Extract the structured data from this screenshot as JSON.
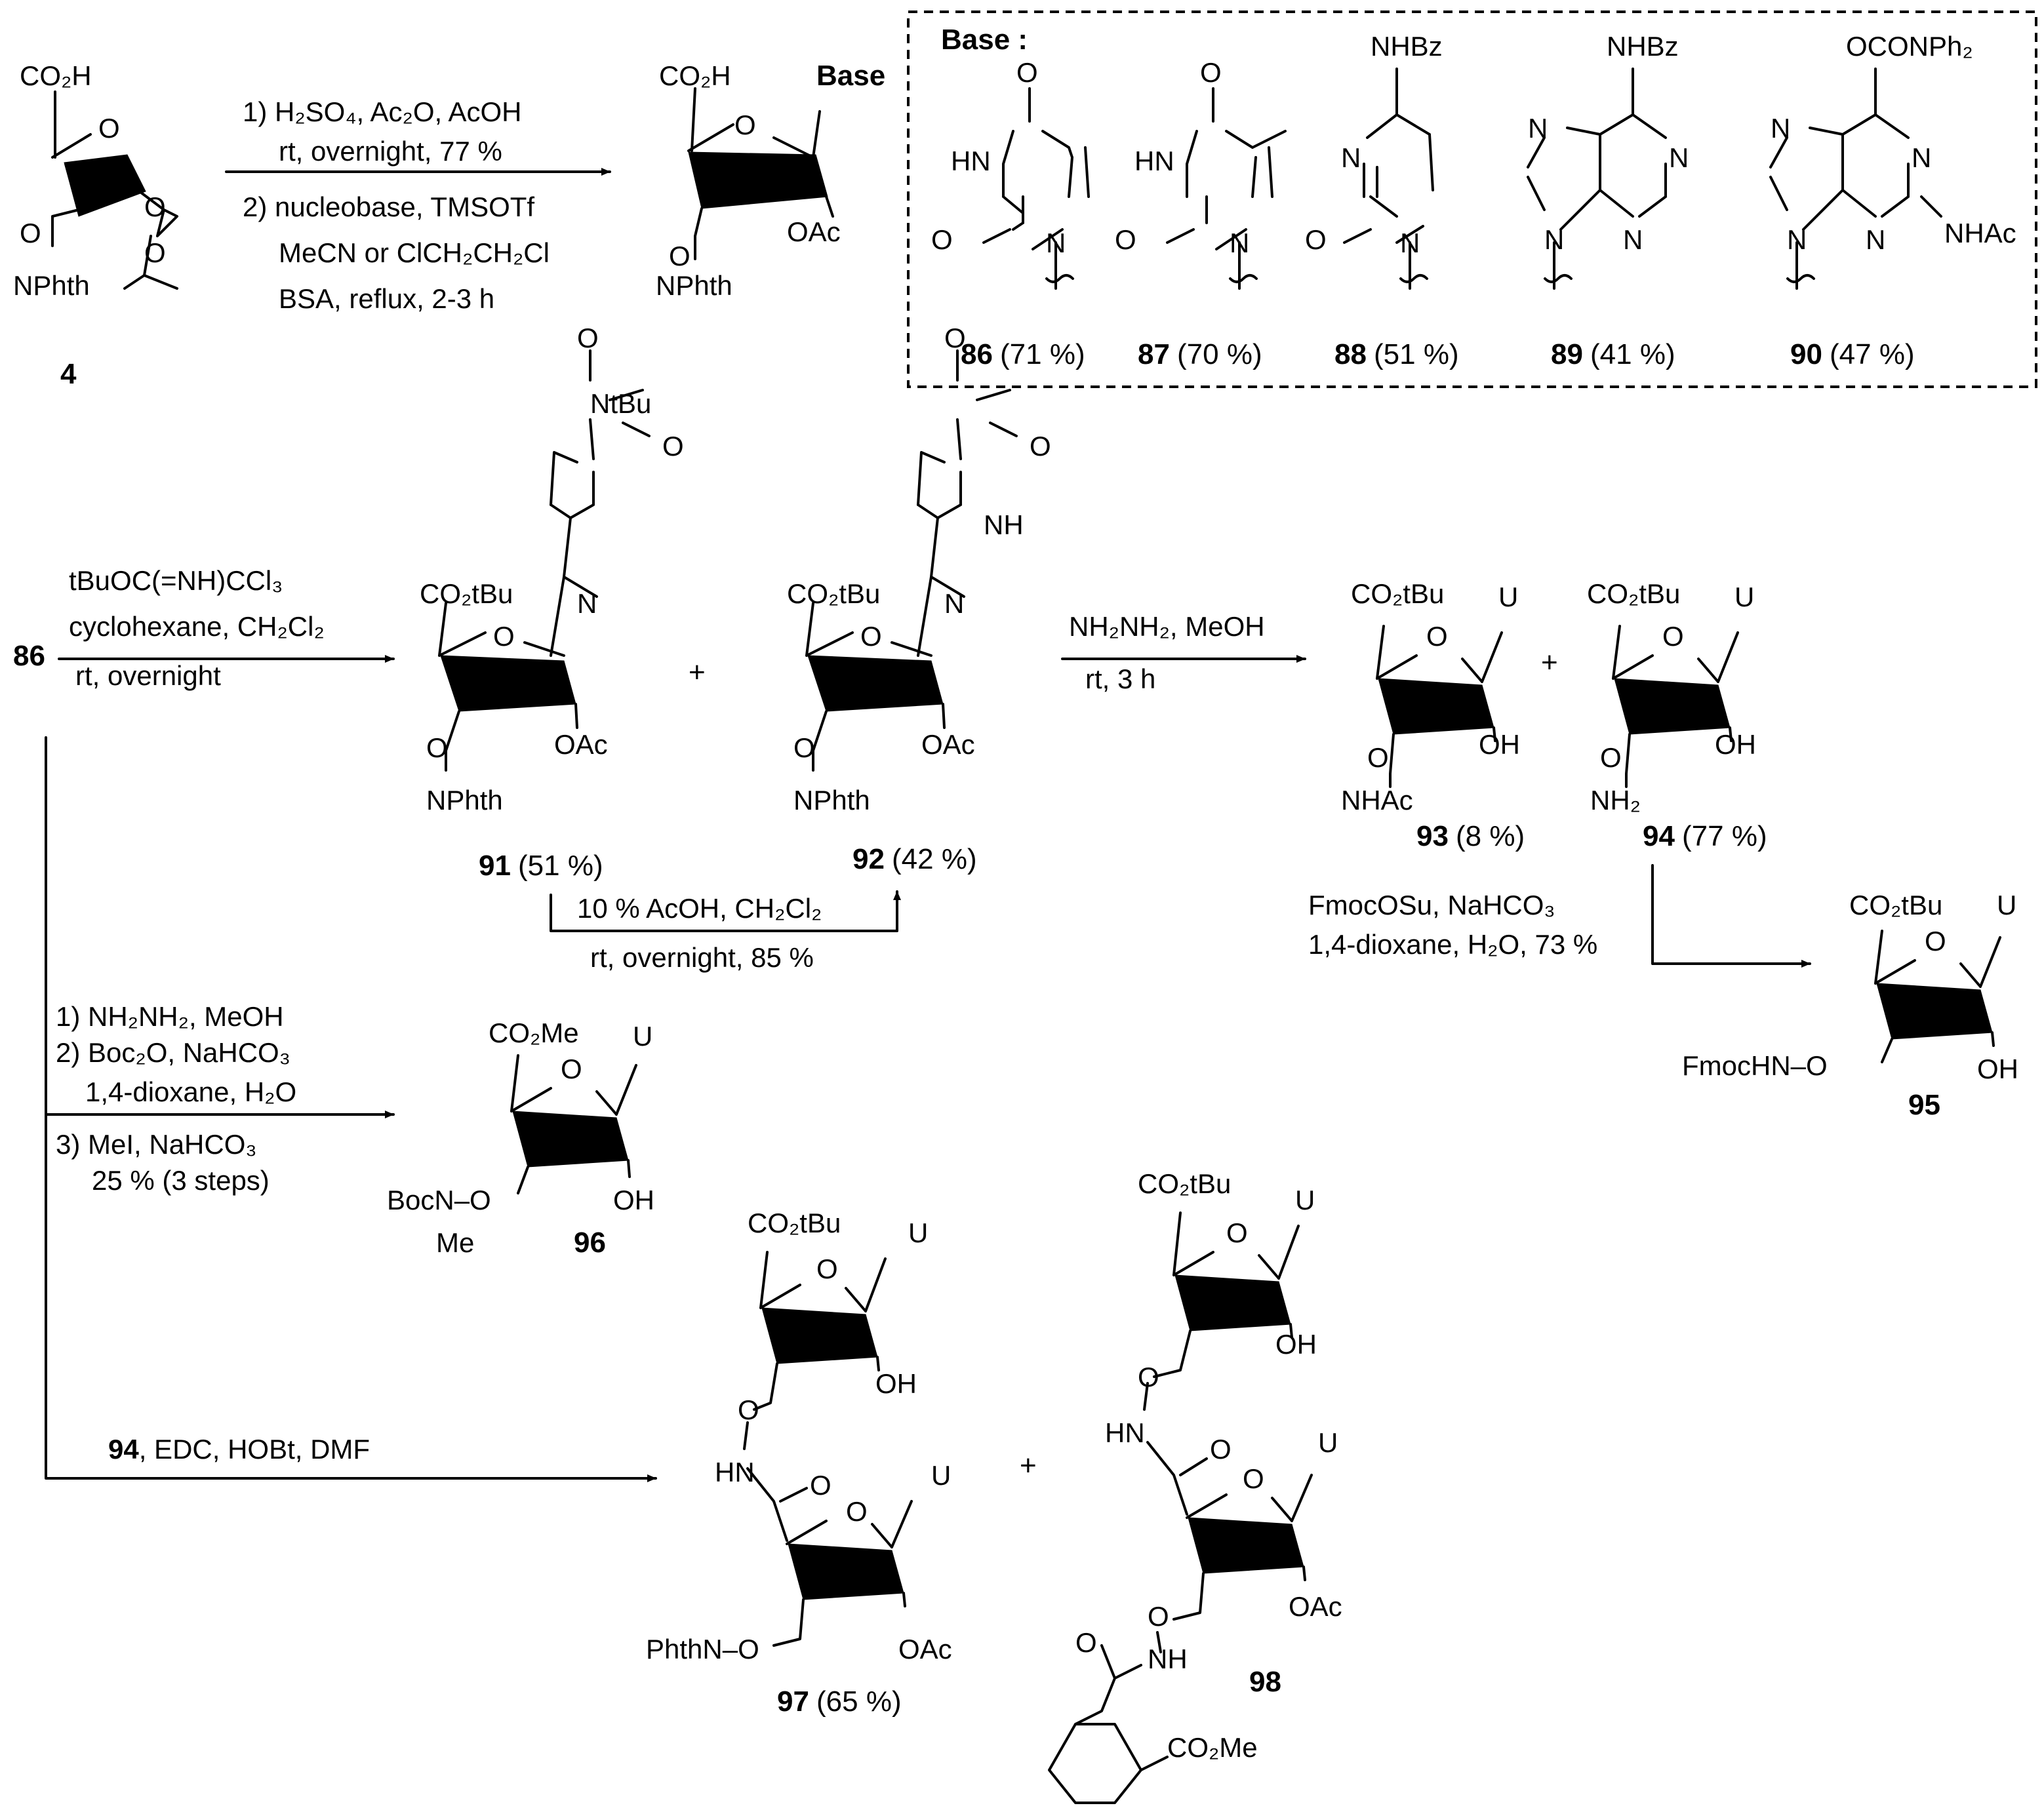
{
  "compounds": {
    "c4": {
      "number": "4"
    },
    "c86": {
      "number": "86",
      "yield": "(71 %)"
    },
    "c87": {
      "number": "87",
      "yield": "(70 %)"
    },
    "c88": {
      "number": "88",
      "yield": "(51 %)"
    },
    "c89": {
      "number": "89",
      "yield": "(41 %)"
    },
    "c90": {
      "number": "90",
      "yield": "(47 %)"
    },
    "c91": {
      "number": "91",
      "yield": "(51 %)"
    },
    "c92": {
      "number": "92",
      "yield": "(42 %)"
    },
    "c93": {
      "number": "93",
      "yield": "(8 %)"
    },
    "c94": {
      "number": "94",
      "yield": "(77 %)"
    },
    "c95": {
      "number": "95"
    },
    "c96": {
      "number": "96"
    },
    "c97": {
      "number": "97",
      "yield": "(65 %)"
    },
    "c98": {
      "number": "98"
    }
  },
  "base_box": {
    "title": "Base :"
  },
  "atoms": {
    "co2h": "CO₂H",
    "co2tbu": "CO₂tBu",
    "co2me": "CO₂Me",
    "o": "O",
    "base": "Base",
    "oac": "OAc",
    "oh": "OH",
    "o_dash": "O",
    "nphth": "NPhth",
    "nhac": "NHAc",
    "nh2": "NH₂",
    "fmochn": "FmocHN–O",
    "bocn": "BocN–O",
    "me": "Me",
    "u": "U",
    "phthn": "PhthN–O",
    "hn": "HN",
    "nh": "NH",
    "n": "N",
    "ntbu": "NtBu",
    "nhbz": "NHBz",
    "ocon": "OCONPh₂",
    "plus": "+",
    "co2me_ar": "CO₂Me"
  },
  "conditions": {
    "step1_l1": "1) H₂SO₄, Ac₂O, AcOH",
    "step1_l2": "rt, overnight, 77 %",
    "step1_l3": "2) nucleobase, TMSOTf",
    "step1_l4": "MeCN or ClCH₂CH₂Cl",
    "step1_l5": "BSA, reflux, 2-3 h",
    "tbu_l1": "tBuOC(=NH)CCl₃",
    "tbu_l2": "cyclohexane, CH₂Cl₂",
    "tbu_l3": "rt, overnight",
    "hyd_l1": "NH₂NH₂, MeOH",
    "hyd_l2": "rt, 3 h",
    "acoh_l1": "10 % AcOH, CH₂Cl₂",
    "acoh_l2": "rt, overnight, 85 %",
    "fmoc_l1": "FmocOSu, NaHCO₃",
    "fmoc_l2": "1,4-dioxane, H₂O, 73 %",
    "boc_l1": "1) NH₂NH₂, MeOH",
    "boc_l2": "2) Boc₂O, NaHCO₃",
    "boc_l3": "1,4-dioxane, H₂O",
    "boc_l4": "3) MeI, NaHCO₃",
    "boc_l5": "25 % (3 steps)",
    "edc_num": "94",
    "edc_rest": ", EDC, HOBt, DMF"
  }
}
